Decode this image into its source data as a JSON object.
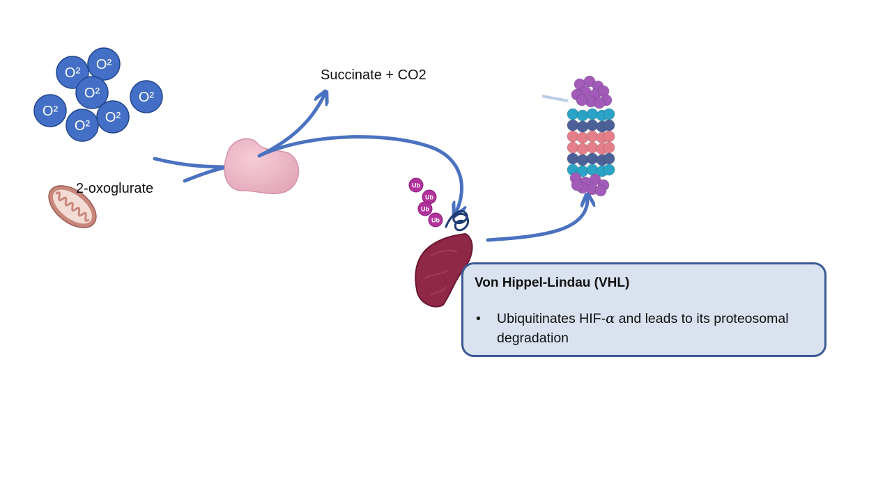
{
  "oxygen": {
    "label": "O²",
    "count": 7
  },
  "labels": {
    "oxoglutarate": "2-oxoglurate",
    "products": "Succinate + CO2"
  },
  "ubiquitin": {
    "label": "Ub",
    "count": 4
  },
  "vhl": {
    "title": "Von Hippel-Lindau (VHL)",
    "bullet_symbol": "•",
    "bullet_before": "Ubiquitinates HIF-",
    "bullet_alpha": "α",
    "bullet_after": " and leads to its proteosomal degradation"
  },
  "colors": {
    "arrow": "#4a72c0",
    "oxygen_fill": "#4370c6",
    "oxygen_stroke": "#22468e",
    "enzyme": "#ebb5c5",
    "vhl_protein": "#8f2747",
    "ubiquitin": "#b0329b",
    "proteasome_cap": "#a25bb8",
    "proteasome_teal": "#2aa3c6",
    "proteasome_navy": "#4d6199",
    "proteasome_pink": "#e47f8a",
    "mito_outer": "#c8877c",
    "mito_inner": "#f3dcd4",
    "box_fill": "#dbe2ef",
    "box_border": "#3a5a96"
  },
  "icons": {
    "oxygen": "oxygen-molecule-icon",
    "mitochondrion": "mitochondrion-icon",
    "enzyme": "prolyl-hydroxylase-icon",
    "vhl": "vhl-protein-icon",
    "ubiquitin": "ubiquitin-icon",
    "proteasome": "proteasome-icon"
  }
}
